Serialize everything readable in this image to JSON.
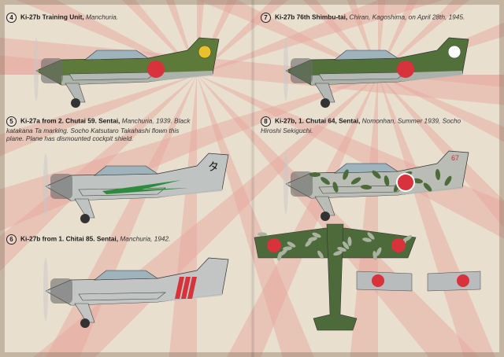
{
  "profiles": [
    {
      "number": "4",
      "title": "Ki-27b Training Unit,",
      "detail": "Manchuria.",
      "body_color": "#5d7a3a",
      "belly_color": "#b5b9b6",
      "hinomaru": "#d8323c",
      "tail_marking": "#e8c02a"
    },
    {
      "number": "5",
      "title": "Ki-27a from 2. Chutai 59. Sentai,",
      "detail": "Manchuria, 1939. Black katakana Ta marking. Socho Katsutaro Takahashi flown this plane. Plane has dismounted cockpit shield.",
      "body_color": "#bfc3c2",
      "belly_color": "#bfc3c2",
      "hinomaru": "#d8323c",
      "stripe": "#2e8b3c",
      "tail_character": "タ"
    },
    {
      "number": "6",
      "title": "Ki-27b from 1. Chitai 85. Sentai,",
      "detail": "Manchuria, 1942.",
      "body_color": "#c2c5c4",
      "belly_color": "#c2c5c4",
      "hinomaru": "#d8323c",
      "stripe": "#d8323c"
    },
    {
      "number": "7",
      "title": "Ki-27b 76th Shimbu-tai,",
      "detail": "Chiran, Kagoshima, on April 28th, 1945.",
      "body_color": "#52703a",
      "belly_color": "#b5b9b6",
      "hinomaru": "#d8323c",
      "tail_marking": "#ffffff"
    },
    {
      "number": "8",
      "title": "Ki-27b, 1. Chutai 64, Sentai,",
      "detail": "Nomonhan, Summer 1939, Socho Hiroshi Sekiguchi.",
      "body_color": "#b9bdb5",
      "belly_color": "#b9bdb5",
      "hinomaru": "#d8323c",
      "camo": "#4d6b3a",
      "tail_number": "67"
    }
  ],
  "colors": {
    "paper": "#e9dfcf",
    "rays": "#e6a59a"
  }
}
